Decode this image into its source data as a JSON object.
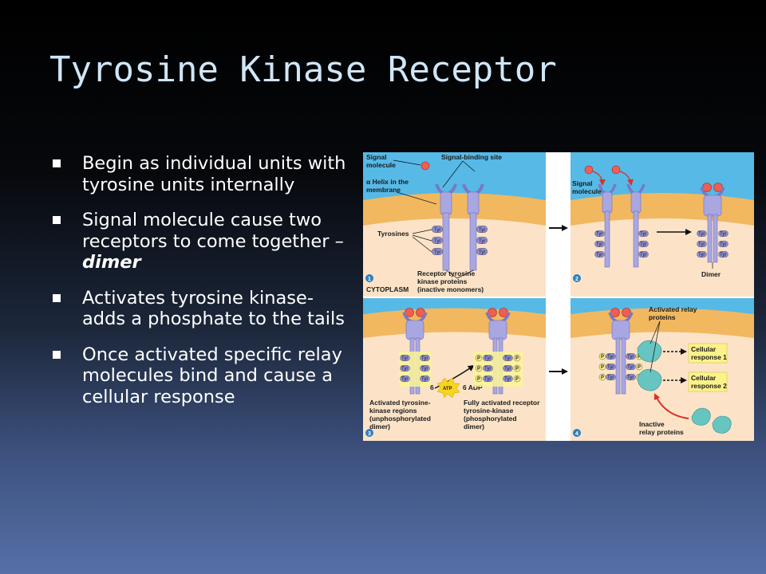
{
  "slide": {
    "title": "Tyrosine Kinase Receptor",
    "bullets": [
      {
        "text": "Begin as individual units with tyrosine units internally"
      },
      {
        "text_before": "Signal molecule cause two receptors to come together – ",
        "emphasis": "dimer"
      },
      {
        "text": "Activates tyrosine kinase-adds a phosphate to the tails"
      },
      {
        "text": "Once activated specific relay molecules bind and cause a cellular response"
      }
    ]
  },
  "figure": {
    "panel1": {
      "number": "1",
      "signal_molecule": "Signal molecule",
      "signal_binding_site": "Signal-binding site",
      "helix_line1": "α Helix in the",
      "helix_line2": "membrane",
      "tyrosines": "Tyrosines",
      "cytoplasm": "CYTOPLASM",
      "receptor_line1": "Receptor tyrosine",
      "receptor_line2": "kinase proteins",
      "receptor_line3": "(inactive monomers)"
    },
    "panel2": {
      "number": "2",
      "signal_molecule_line1": "Signal",
      "signal_molecule_line2": "molecule",
      "dimer": "Dimer"
    },
    "panel3": {
      "number": "3",
      "atp_coefficient": "6",
      "atp": "ATP",
      "adp": "6 ADP",
      "left_line1": "Activated tyrosine-",
      "left_line2": "kinase regions",
      "left_line3": "(unphosphorylated",
      "left_line4": "dimer)",
      "right_line1": "Fully activated receptor",
      "right_line2": "tyrosine-kinase",
      "right_line3": "(phosphorylated",
      "right_line4": "dimer)"
    },
    "panel4": {
      "number": "4",
      "relay_line1": "Activated relay",
      "relay_line2": "proteins",
      "response1_line1": "Cellular",
      "response1_line2": "response 1",
      "response2_line1": "Cellular",
      "response2_line2": "response 2",
      "inactive_line1": "Inactive",
      "inactive_line2": "relay proteins"
    },
    "tyr_label": "Tyr",
    "phosphate_label": "P"
  },
  "colors": {
    "title": "#cfe6f7",
    "bullet_text": "#ffffff",
    "extracellular": "#57b9e6",
    "membrane": "#f1b860",
    "cytoplasm": "#fce3c7",
    "receptor": "#a9a7e2",
    "signal_molecule": "#ee5e55",
    "relay_protein": "#66c5c0",
    "response_box": "#fcf28a"
  }
}
